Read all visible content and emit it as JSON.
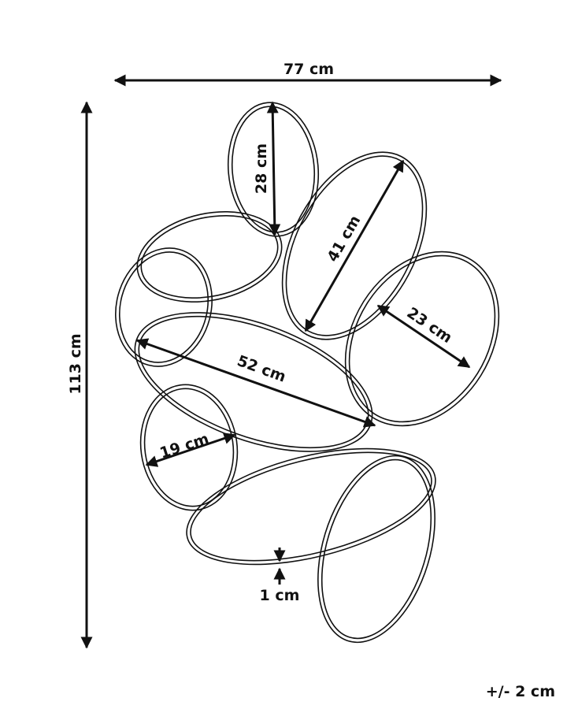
{
  "dimensions": {
    "width": "77 cm",
    "height": "113 cm",
    "top_oval": "28 cm",
    "tall_oval": "41 cm",
    "right_oval": "23 cm",
    "wide_oval": "52 cm",
    "small_oval": "19 cm",
    "thickness": "1 cm"
  },
  "tolerance": "+/- 2 cm"
}
